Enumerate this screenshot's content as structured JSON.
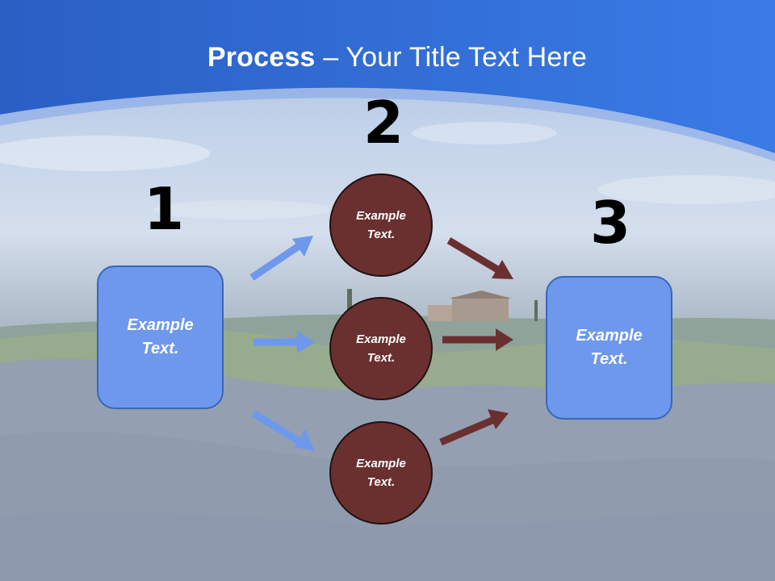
{
  "title": {
    "bold": "Process",
    "rest": " – Your Title Text Here"
  },
  "steps": {
    "one": "1",
    "two": "2",
    "three": "3"
  },
  "left_box": {
    "text": "Example\nText."
  },
  "right_box": {
    "text": "Example\nText."
  },
  "circles": [
    {
      "text": "Example\nText."
    },
    {
      "text": "Example\nText."
    },
    {
      "text": "Example\nText."
    }
  ],
  "colors": {
    "box": "#6d98ec",
    "circle": "#6a3030",
    "arrow_blue": "#6d98ec",
    "arrow_brown": "#6a3030",
    "header": "#2f6fd6"
  }
}
